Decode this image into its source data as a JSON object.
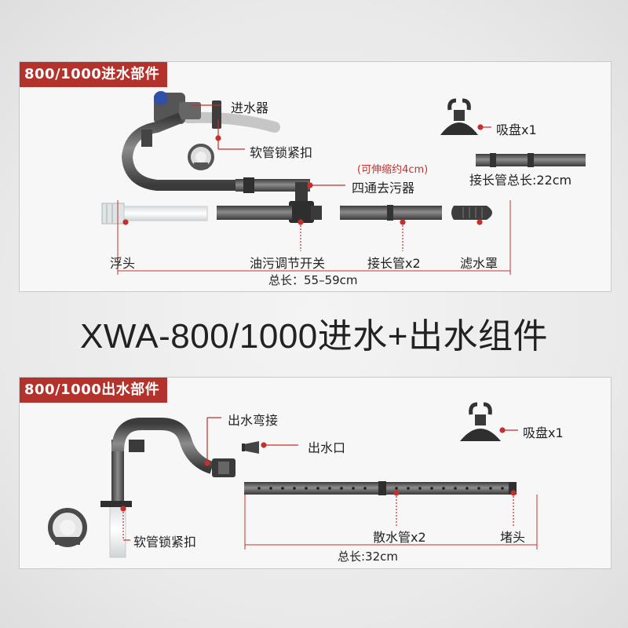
{
  "title": "XWA-800/1000进水+出水组件",
  "inlet": {
    "tag": "800/1000进水部件",
    "labels": {
      "inlet_head": "进水器",
      "hose_lock": "软管锁紧扣",
      "suction_cup": "吸盘x1",
      "extension_total": "接长管总长:22cm",
      "telescopic_note": "(可伸缩约4cm)",
      "four_way": "四通去污器",
      "float": "浮头",
      "oil_switch": "油污调节开关",
      "extension_pipe": "接长管x2",
      "filter_cover": "滤水罩",
      "total_length": "总长：55–59cm"
    }
  },
  "outlet": {
    "tag": "800/1000出水部件",
    "labels": {
      "elbow": "出水弯接",
      "nozzle": "出水口",
      "suction_cup": "吸盘x1",
      "spray_bar": "散水管x2",
      "end_cap": "堵头",
      "hose_lock": "软管锁紧扣",
      "total_length": "总长:32cm"
    }
  },
  "colors": {
    "accent": "#b3322c",
    "pipe_dark": "#4a4a4a",
    "pipe_mid": "#6e6e6e",
    "marker": "#c4302b"
  },
  "icons": [
    "suction-cup-icon",
    "hose-lock-icon",
    "float-icon",
    "filter-cover-icon",
    "nozzle-icon"
  ]
}
